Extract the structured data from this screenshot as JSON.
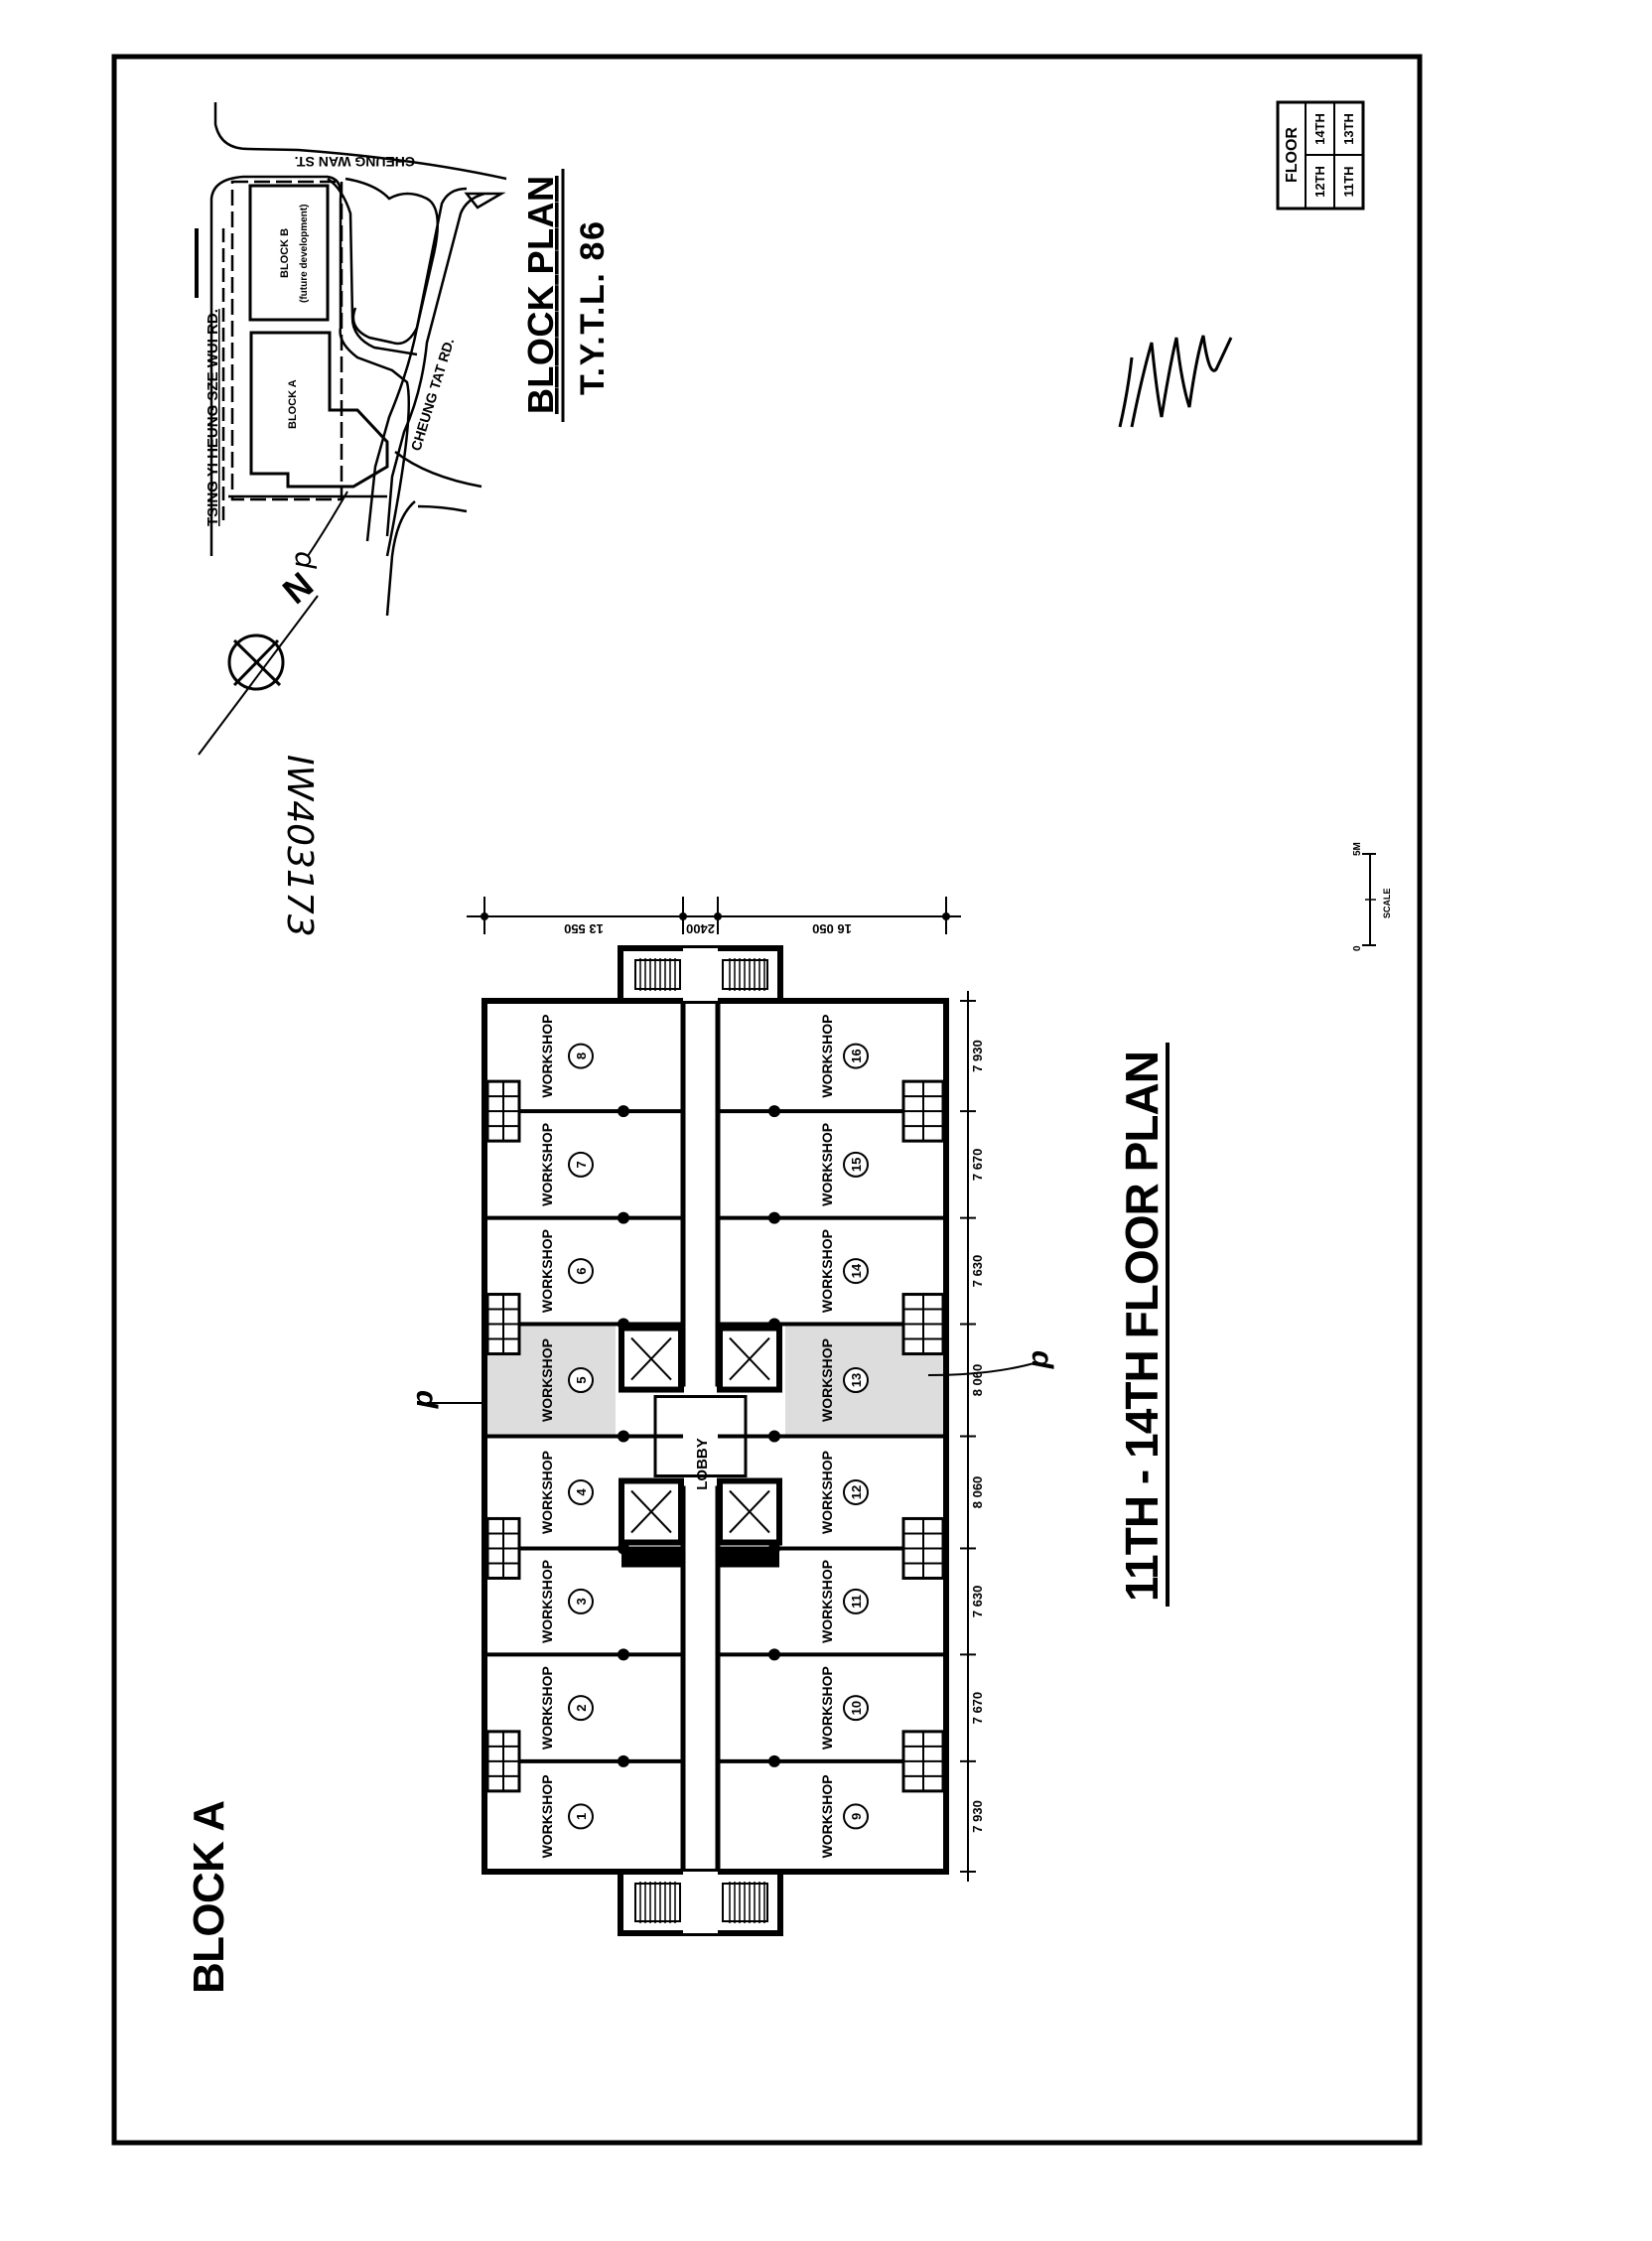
{
  "sheet": {
    "block_label": "BLOCK A",
    "title": "11TH - 14TH FLOOR PLAN",
    "handwritten_ref": "IW403173",
    "annotation_mark": "d"
  },
  "floor_table": {
    "header": "FLOOR",
    "floors": [
      "12TH",
      "14TH",
      "11TH",
      "13TH"
    ]
  },
  "block_plan": {
    "title": "BLOCK PLAN",
    "lot": "T.Y.T.L. 86",
    "roads": [
      "TSING YI HEUNG SZE WUI RD.",
      "CHEUNG WAN ST.",
      "CHEUNG TAT RD."
    ],
    "block_a": "BLOCK A",
    "block_b": "BLOCK B",
    "block_b_note": "(future development)",
    "north": "N"
  },
  "scale_bar": {
    "label": "SCALE",
    "start": "0",
    "end": "5M"
  },
  "floor_plan": {
    "lobby": "LOBBY",
    "unit_label": "WORKSHOP",
    "left_units": [
      8,
      7,
      6,
      5,
      4,
      3,
      2,
      1
    ],
    "right_units": [
      16,
      15,
      14,
      13,
      12,
      11,
      10,
      9
    ],
    "highlighted_units": [
      5,
      13
    ],
    "bay_dims_mm": [
      7930,
      7670,
      7630,
      8060,
      8060,
      7630,
      7670,
      7930
    ],
    "bay_dims": [
      "7 930",
      "7 670",
      "7 630",
      "8 060",
      "8 060",
      "7 630",
      "7 670",
      "7 930"
    ],
    "width_dims": [
      "13 550",
      "2400",
      "16 050"
    ]
  }
}
